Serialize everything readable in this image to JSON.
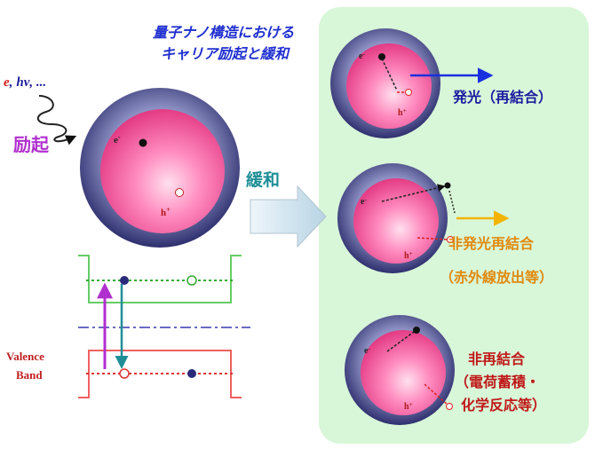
{
  "header": {
    "title_line1": "量子ナノ構造における",
    "title_line2": "キャリア励起と緩和"
  },
  "excitation": {
    "source_e": "e",
    "source_comma": ",",
    "source_hv": "hν",
    "source_rest": ", ...",
    "label": "励起"
  },
  "particles": {
    "electron": "e",
    "electron_sup": "-",
    "hole": "h",
    "hole_sup": "+"
  },
  "relaxation_label": "緩和",
  "band_diagram": {
    "valence_label_line1": "Valence",
    "valence_label_line2": "Band"
  },
  "outcomes": [
    {
      "line1": "発光（再結合）",
      "line2": ""
    },
    {
      "line1": "非発光再結合",
      "line2": "（赤外線放出等）"
    },
    {
      "line1": "非再結合",
      "line2": "（電荷蓄積・",
      "line3": "化学反応等）"
    }
  ],
  "colors": {
    "title_blue": "#1f2fd0",
    "excite_purple": "#b02fcf",
    "relax_teal": "#1e8e96",
    "valence_red": "#c02020",
    "panel_green": "#d8f6d8",
    "outcome_blue": "#1a1aa0",
    "outcome_orange": "#e08a10",
    "outcome_red": "#c01818"
  }
}
